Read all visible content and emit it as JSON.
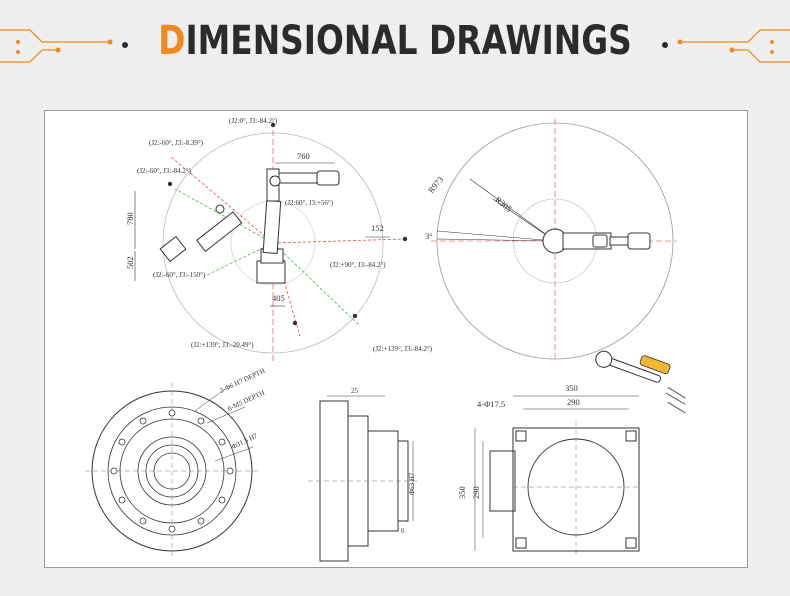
{
  "header": {
    "title_first_letter": "D",
    "title_rest": "IMENSIONAL DRAWINGS",
    "accent_color": "#f08a1e",
    "title_color": "#2b2b2b"
  },
  "robot_side_view": {
    "labels": {
      "j2_0_j3_m84_2": "(J2:0°, J3:-84.2°)",
      "j2_m60_j3_m8_39": "(J2:-60°, J3:-8.39°)",
      "j2_m60_j3_m84_2": "(J2:-60°, J3:-84.2°)",
      "j2_60_j3_56": "(J2:60°, J3:+56°)",
      "j2_p90_j3_m84_2": "(J2:+90°, J3:-84.2°)",
      "j2_m60_j3_m150": "(J2:-60°, J3:-150°)",
      "j2_p139_j3_m20_49": "(J2:+139°, J3:-20.49°)",
      "j2_p139_j3_m84_2": "(J2:+139°, J3:-84.2°)"
    },
    "dims": {
      "d760": "760",
      "d780": "780",
      "d502": "502",
      "d152": "152",
      "d405": "405"
    }
  },
  "robot_top_view": {
    "dims": {
      "r973": "R973",
      "r305": "R305",
      "angle": "3°"
    }
  },
  "flange_front": {
    "note1": "2-Φ6 H7 DEPTH",
    "note2": "6-M5 DEPTH",
    "note3": "Φ31.5 H7"
  },
  "flange_section": {
    "dim_top": "25",
    "dim_side": "Φ63 H7",
    "dim_small": "6"
  },
  "base_plate": {
    "d350_top": "350",
    "d290_top": "290",
    "holes": "4-Φ17.5",
    "d350_side": "350",
    "d290_side": "290"
  }
}
